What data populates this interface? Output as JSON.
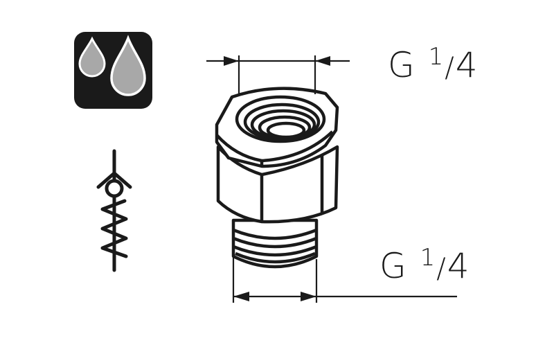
{
  "colors": {
    "ink": "#1a1a1a",
    "drop_fill": "#a8a8a8",
    "icon_bg": "#1a1a1a"
  },
  "icons": {
    "liquid": "water-drops-icon",
    "valve": "check-valve-spring-icon"
  },
  "dimensions": {
    "top": {
      "letter": "G",
      "num": "1",
      "den": "4"
    },
    "bottom": {
      "letter": "G",
      "num": "1",
      "den": "4"
    }
  }
}
